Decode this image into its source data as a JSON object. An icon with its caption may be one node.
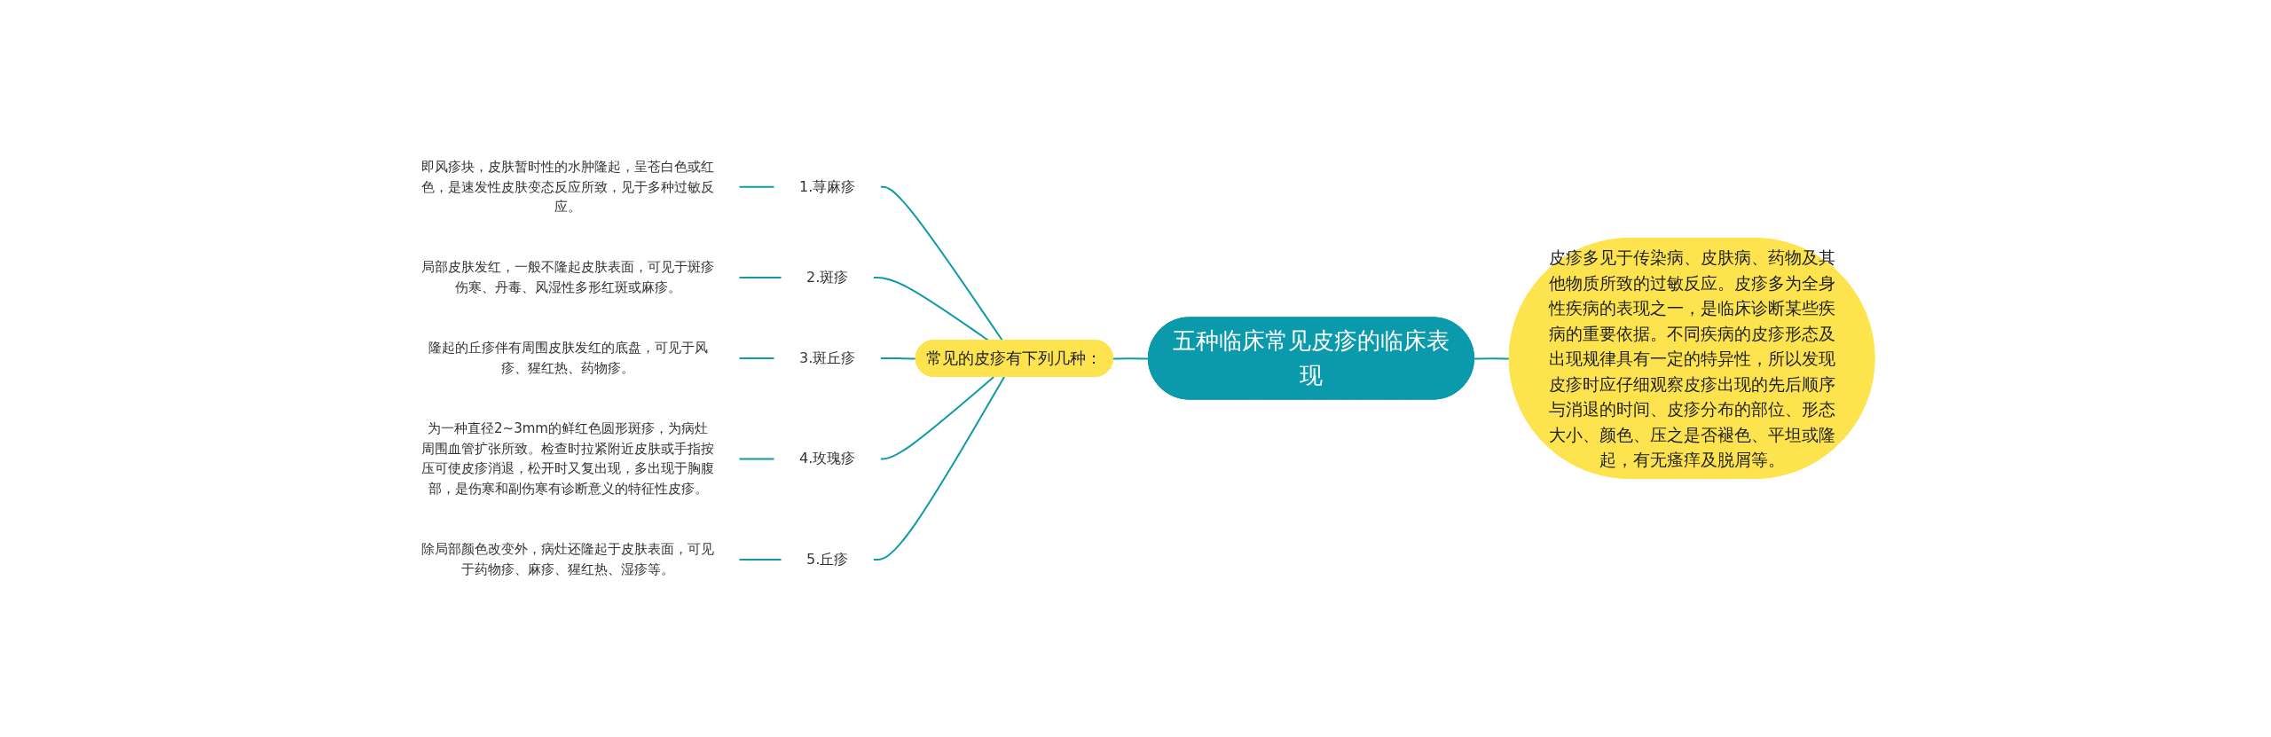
{
  "diagram": {
    "nodes": [
      {
        "text": [
          "五种临床常见皮疹的临床表现"
        ]
      },
      {
        "text": [
          "皮疹多见于传染病、皮肤病、药物及其他物质所致的过敏反应。皮疹多为全身性疾病的表现之一，是临床诊断某些疾病的重要依据。不同疾病的皮疹形态及出现规律具有一定的特异性，所以发现皮疹时应仔细观察皮疹出现的先后顺序与消退的时间、皮疹分布的部位、形态大小、颜色、压之是否褪色、平坦或隆起，有无瘙痒及脱屑等。"
        ]
      },
      {
        "text": [
          "常见的皮疹有下列几种："
        ]
      },
      {
        "text": [
          "1.荨麻疹"
        ]
      },
      {
        "text": [
          "即风疹块，皮肤暂时性的水肿隆起，呈苍白色或红色，是速发性皮肤变态反应所致，见于多种过敏反应。"
        ]
      },
      {
        "text": [
          "2.斑疹"
        ]
      },
      {
        "text": [
          "局部皮肤发红，一般不隆起皮肤表面，可见于斑疹伤寒、丹毒、风湿性多形红斑或麻疹。"
        ]
      },
      {
        "text": [
          "3.斑丘疹"
        ]
      },
      {
        "text": [
          "隆起的丘疹伴有周围皮肤发红的底盘，可见于风疹、猩红热、药物疹。"
        ]
      },
      {
        "text": [
          "4.玫瑰疹"
        ]
      },
      {
        "text": [
          "为一种直径2~3mm的鲜红色圆形斑疹，为病灶周围血管扩张所致。检查时拉紧附近皮肤或手指按压可使皮疹消退，松开时又复出现，多出现于胸腹部，是伤寒和副伤寒有诊断意义的特征性皮疹。"
        ]
      },
      {
        "text": [
          "5.丘疹"
        ]
      },
      {
        "text": [
          "除局部颜色改变外，病灶还隆起于皮肤表面，可见于药物疹、麻疹、猩红热、湿疹等。"
        ]
      }
    ],
    "edges": [
      {
        "from": 1,
        "to": 0,
        "arrow": "none"
      },
      {
        "from": 0,
        "to": 2,
        "arrow": "none"
      },
      {
        "from": 2,
        "to": 3,
        "arrow": "none"
      },
      {
        "from": 3,
        "to": 4,
        "arrow": "none"
      },
      {
        "from": 2,
        "to": 5,
        "arrow": "none"
      },
      {
        "from": 5,
        "to": 6,
        "arrow": "none"
      },
      {
        "from": 2,
        "to": 7,
        "arrow": "none"
      },
      {
        "from": 7,
        "to": 8,
        "arrow": "none"
      },
      {
        "from": 2,
        "to": 9,
        "arrow": "none"
      },
      {
        "from": 9,
        "to": 10,
        "arrow": "none"
      },
      {
        "from": 2,
        "to": 11,
        "arrow": "none"
      },
      {
        "from": 11,
        "to": 12,
        "arrow": "none"
      }
    ]
  }
}
